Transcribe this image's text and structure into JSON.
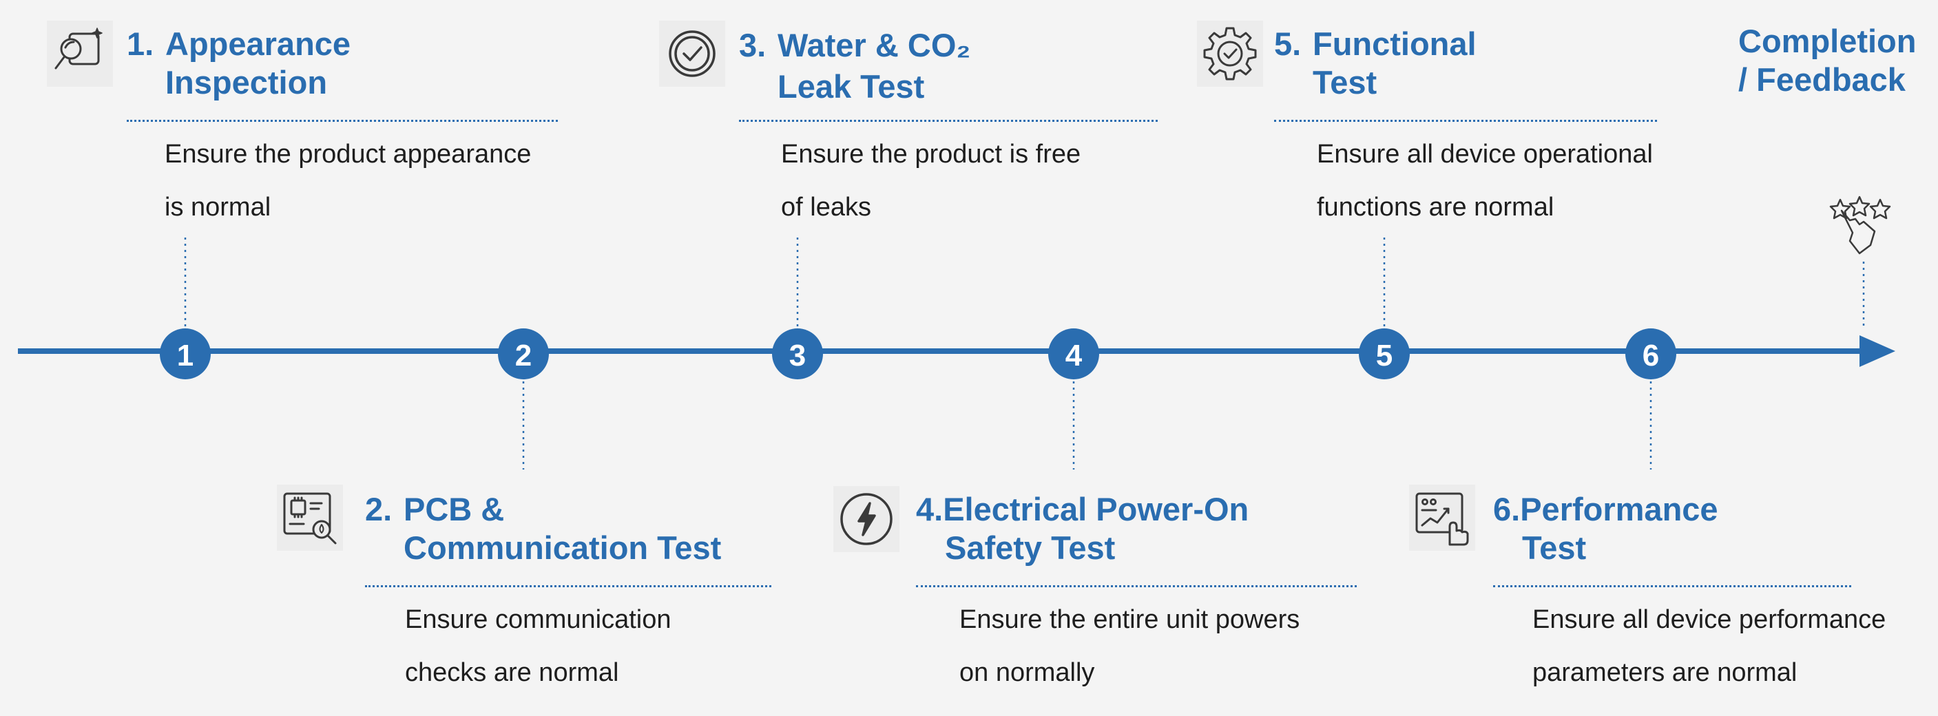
{
  "colors": {
    "accent": "#2a6db0",
    "text": "#1e1e1e",
    "background": "#f4f4f4"
  },
  "steps": [
    {
      "number": "1",
      "prefix": "1.",
      "title_line1": "Appearance",
      "title_line2": "Inspection",
      "desc_line1": "Ensure the product appearance",
      "desc_line2": "is normal",
      "icon": "magnifier-inspection-icon"
    },
    {
      "number": "2",
      "prefix": "2.",
      "title_line1": "PCB &",
      "title_line2": "Communication Test",
      "desc_line1": "Ensure communication",
      "desc_line2": "checks are normal",
      "icon": "circuit-board-search-icon"
    },
    {
      "number": "3",
      "prefix": "3.",
      "title_line1": "Water & CO₂",
      "title_line2": "Leak Test",
      "desc_line1": "Ensure the product is free",
      "desc_line2": "of leaks",
      "icon": "check-circle-icon"
    },
    {
      "number": "4",
      "prefix": "4.",
      "title_line1": "Electrical Power-On",
      "title_line2": "Safety Test",
      "desc_line1": "Ensure the entire unit powers",
      "desc_line2": "on normally",
      "icon": "lightning-bolt-icon"
    },
    {
      "number": "5",
      "prefix": "5.",
      "title_line1": "Functional",
      "title_line2": "Test",
      "desc_line1": "Ensure all device operational",
      "desc_line2": "functions are normal",
      "icon": "gear-check-icon"
    },
    {
      "number": "6",
      "prefix": "6.",
      "title_line1": "Performance",
      "title_line2": "Test",
      "desc_line1": "Ensure all device performance",
      "desc_line2": "parameters are normal",
      "icon": "performance-chart-icon"
    }
  ],
  "completion": {
    "line1": "Completion",
    "line2": "/ Feedback",
    "icon": "rating-stars-hand-icon"
  }
}
